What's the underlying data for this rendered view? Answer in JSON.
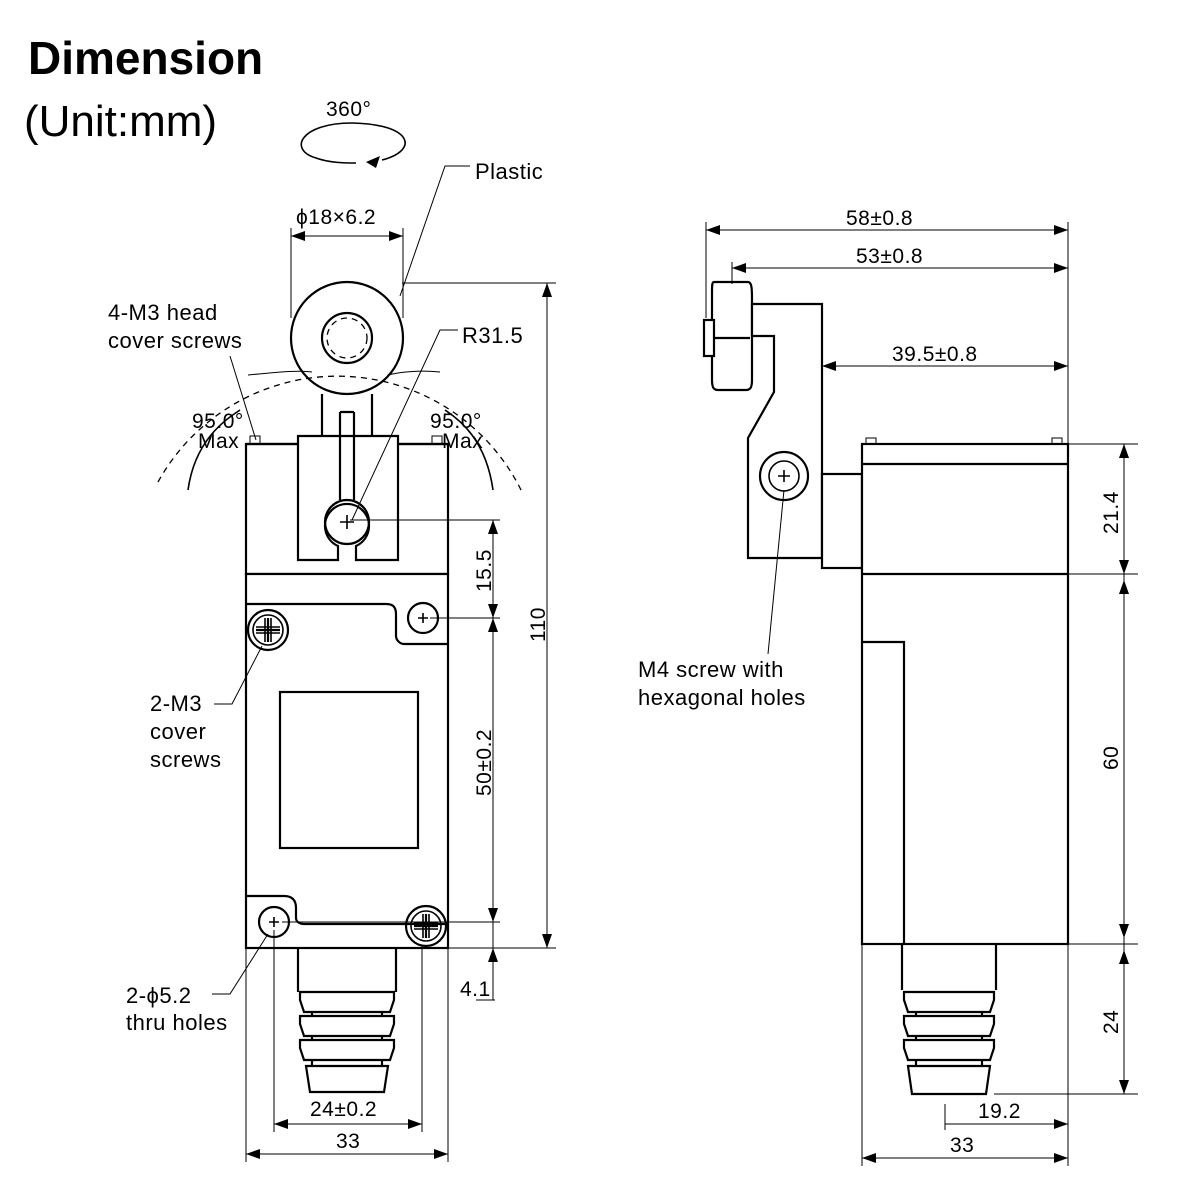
{
  "header": {
    "title": "Dimension",
    "unit": "(Unit:mm)"
  },
  "front_view": {
    "rotation": "360°",
    "plastic": "Plastic",
    "roller_size": "ϕ18×6.2",
    "head_screws": [
      "4-M3 head",
      "cover screws"
    ],
    "radius": "R31.5",
    "angle_left": [
      "95.0°",
      "Max"
    ],
    "angle_right": [
      "95.0°",
      "Max"
    ],
    "cover_screws": [
      "2-M3",
      "cover",
      "screws"
    ],
    "thru_holes": [
      "2-ϕ5.2",
      "thru holes"
    ],
    "dims": {
      "d15_5": "15.5",
      "d110": "110",
      "d50": "50±0.2",
      "d4_1": "4.1",
      "d24": "24±0.2",
      "d33": "33"
    }
  },
  "side_view": {
    "m4_screw": [
      "M4 screw with",
      "hexagonal holes"
    ],
    "dims": {
      "d58": "58±0.8",
      "d53": "53±0.8",
      "d39_5": "39.5±0.8",
      "d21_4": "21.4",
      "d60": "60",
      "d24": "24",
      "d19_2": "19.2",
      "d33": "33"
    }
  }
}
